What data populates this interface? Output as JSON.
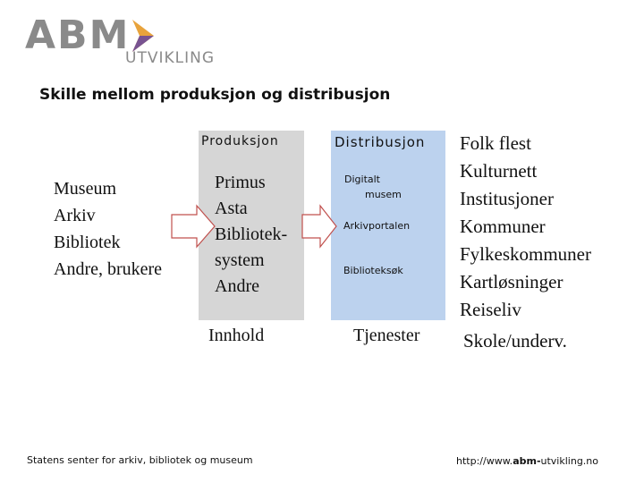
{
  "logo": {
    "main": "ABM",
    "sub": "UTVIKLING"
  },
  "title": "Skille mellom produksjon og distribusjon",
  "left_items": [
    "Museum",
    "Arkiv",
    "Bibliotek",
    "Andre, brukere"
  ],
  "production": {
    "heading": "Produksjon",
    "items": [
      "Primus",
      "Asta",
      "Bibliotek-",
      "system",
      "Andre"
    ],
    "caption": "Innhold"
  },
  "distribution": {
    "heading": "Distribusjon",
    "items": [
      "Digitalt",
      "musem",
      "Arkivportalen",
      "Biblioteksøk"
    ],
    "caption": "Tjenester"
  },
  "audience": {
    "items": [
      "Folk flest",
      "Kulturnett",
      "Institusjoner",
      "Kommuner",
      "Fylkeskommuner",
      "Kartløsninger",
      "Reiseliv",
      "Skole/underv."
    ]
  },
  "footer": {
    "left": "Statens senter for arkiv, bibliotek og museum",
    "url_prefix": "http://www.",
    "url_bold": "abm-",
    "url_suffix": "utvikling.no"
  },
  "colors": {
    "production_bg": "#d6d6d6",
    "distribution_bg": "#bcd2ee",
    "logo_accent": "#e8a33c",
    "logo_accent_dark": "#6b4a9a"
  }
}
